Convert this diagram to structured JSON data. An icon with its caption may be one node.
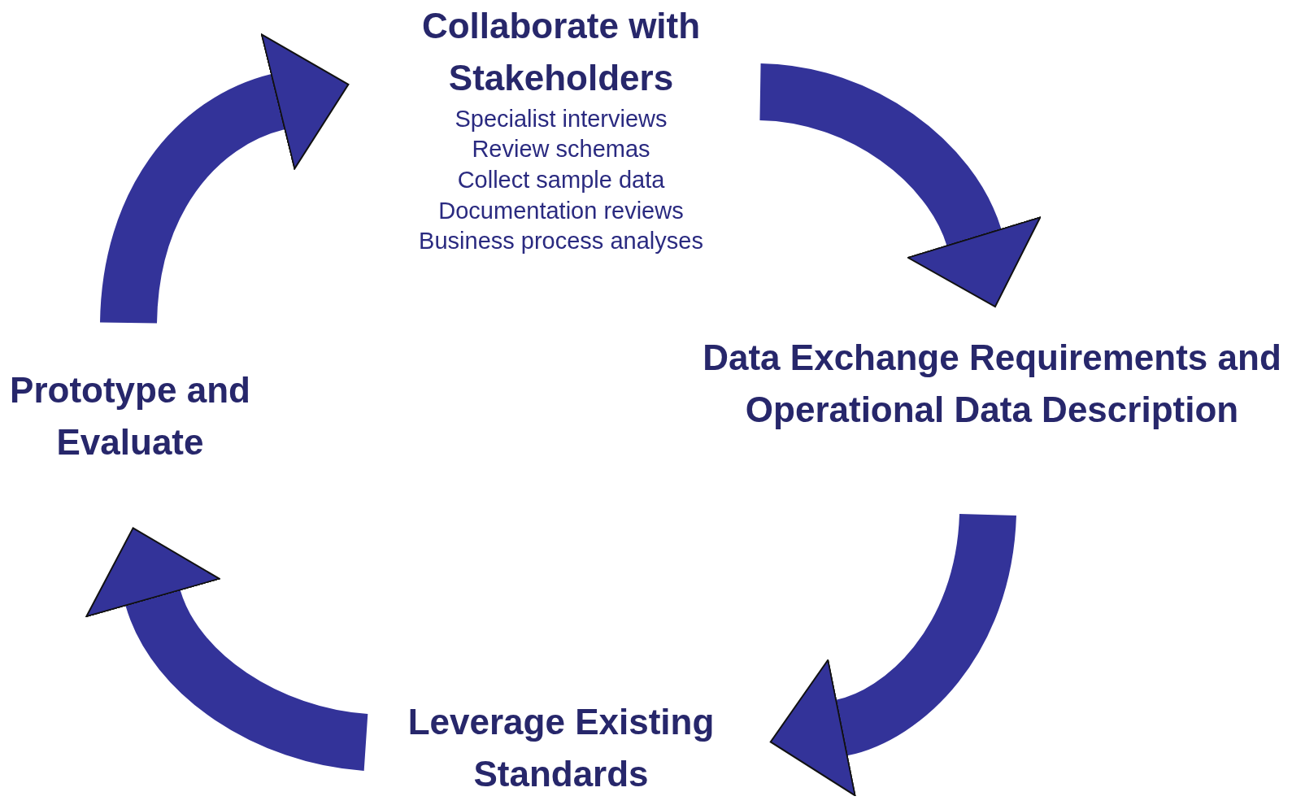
{
  "diagram": {
    "nodes": [
      {
        "text": [
          "Collaborate with Stakeholders",
          "Specialist interviews",
          "Review schemas",
          "Collect sample data",
          "Documentation reviews",
          "Business process analyses"
        ]
      },
      {
        "text": [
          "Data Exchange Requirements and Operational Data Description"
        ]
      },
      {
        "text": [
          "Leverage Existing Standards"
        ]
      },
      {
        "text": [
          "Prototype and Evaluate"
        ]
      }
    ],
    "edges": [
      {
        "from": 0,
        "to": 1,
        "arrow": "to"
      },
      {
        "from": 1,
        "to": 2,
        "arrow": "to"
      },
      {
        "from": 2,
        "to": 3,
        "arrow": "to"
      },
      {
        "from": 3,
        "to": 0,
        "arrow": "to"
      }
    ]
  }
}
